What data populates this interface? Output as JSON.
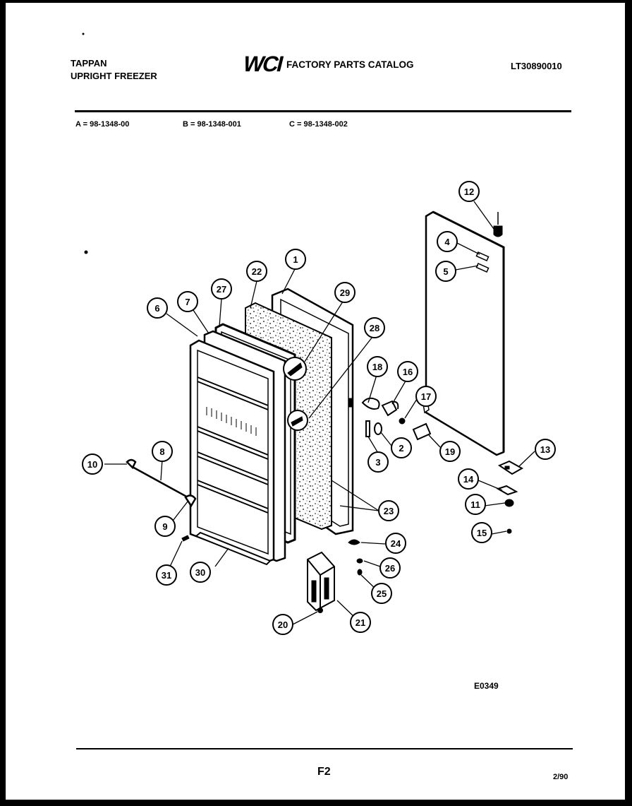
{
  "header": {
    "brand": "TAPPAN",
    "product": "UPRIGHT FREEZER",
    "logo_text": "WCI",
    "catalog_title": "FACTORY PARTS CATALOG",
    "model_number": "LT30890010"
  },
  "variants": [
    "A = 98-1348-00",
    "B = 98-1348-001",
    "C = 98-1348-002"
  ],
  "diagram": {
    "drawing_code": "E0349",
    "callouts": [
      "1",
      "2",
      "3",
      "4",
      "5",
      "6",
      "7",
      "8",
      "9",
      "10",
      "11",
      "12",
      "13",
      "14",
      "15",
      "16",
      "17",
      "18",
      "19",
      "20",
      "21",
      "22",
      "23",
      "24",
      "25",
      "26",
      "27",
      "28",
      "29",
      "30",
      "31"
    ]
  },
  "footer": {
    "page_label": "F2",
    "date": "2/90"
  }
}
